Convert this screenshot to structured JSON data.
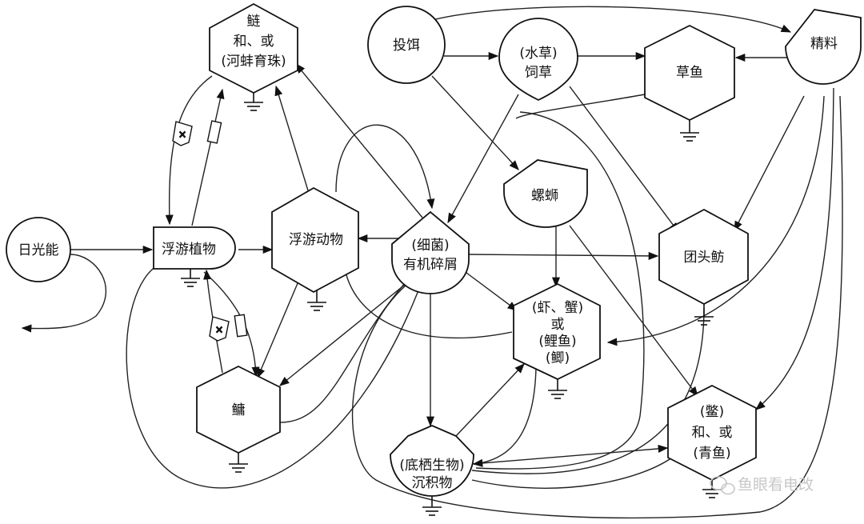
{
  "nodes": {
    "sunlight": "日光能",
    "feed": "投饵",
    "silver_carp": [
      "鲢",
      "和、或",
      "(河蚌育珠)"
    ],
    "water_grass": [
      "(水草)",
      "饲草"
    ],
    "grass_carp": "草鱼",
    "concentrate": "精料",
    "snail": "螺蛳",
    "phytoplankton": "浮游植物",
    "zooplankton": "浮游动物",
    "detritus": [
      "(细菌)",
      "有机碎屑"
    ],
    "bream": "团头鲂",
    "shrimp": [
      "(虾、蟹)",
      "或",
      "(鲤鱼)",
      "(鲫)"
    ],
    "bighead": "鳙",
    "benthos": [
      "(底栖生物)",
      "沉积物"
    ],
    "turtle": [
      "(鳖)",
      "和、或",
      "(青鱼)"
    ]
  },
  "watermark": "鱼眼看电改",
  "colors": {
    "ink": "#111111",
    "watermark": "#c8c8c8"
  }
}
